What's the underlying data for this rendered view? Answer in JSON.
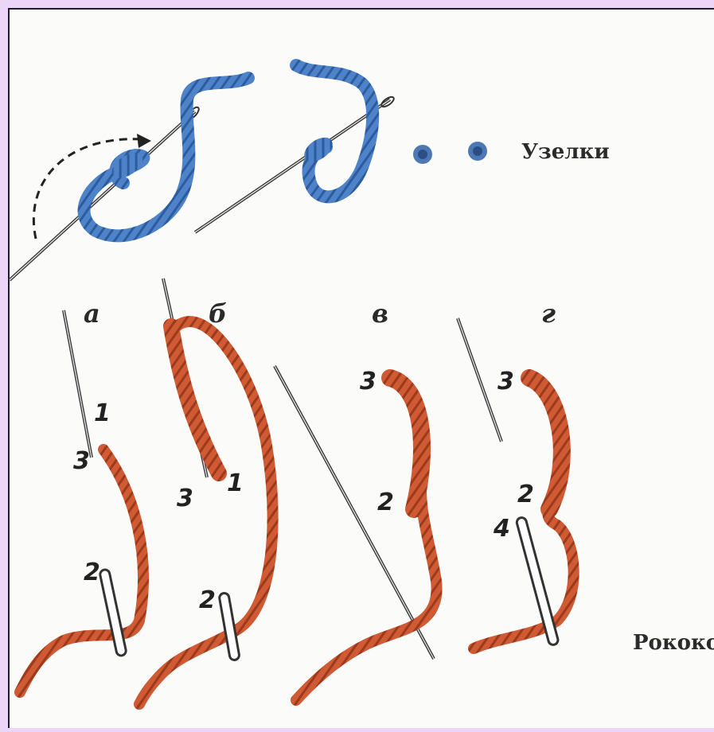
{
  "labels": {
    "knots": "Узелки",
    "rococo": "Рококо"
  },
  "panels": [
    {
      "letter": "а",
      "numbers": {
        "n1": "1",
        "n2": "2",
        "n3": "3"
      }
    },
    {
      "letter": "б",
      "numbers": {
        "n1": "1",
        "n2": "2",
        "n3": "3"
      }
    },
    {
      "letter": "в",
      "numbers": {
        "n2": "2",
        "n3": "3"
      }
    },
    {
      "letter": "г",
      "numbers": {
        "n2": "2",
        "n3": "3",
        "n4": "4"
      }
    }
  ],
  "colors": {
    "background": "#ecd6f7",
    "panel": "#fbfbfa",
    "blue_thread": "#4a7bc0",
    "red_thread": "#c8532f",
    "needle": "#3a3a3a"
  }
}
